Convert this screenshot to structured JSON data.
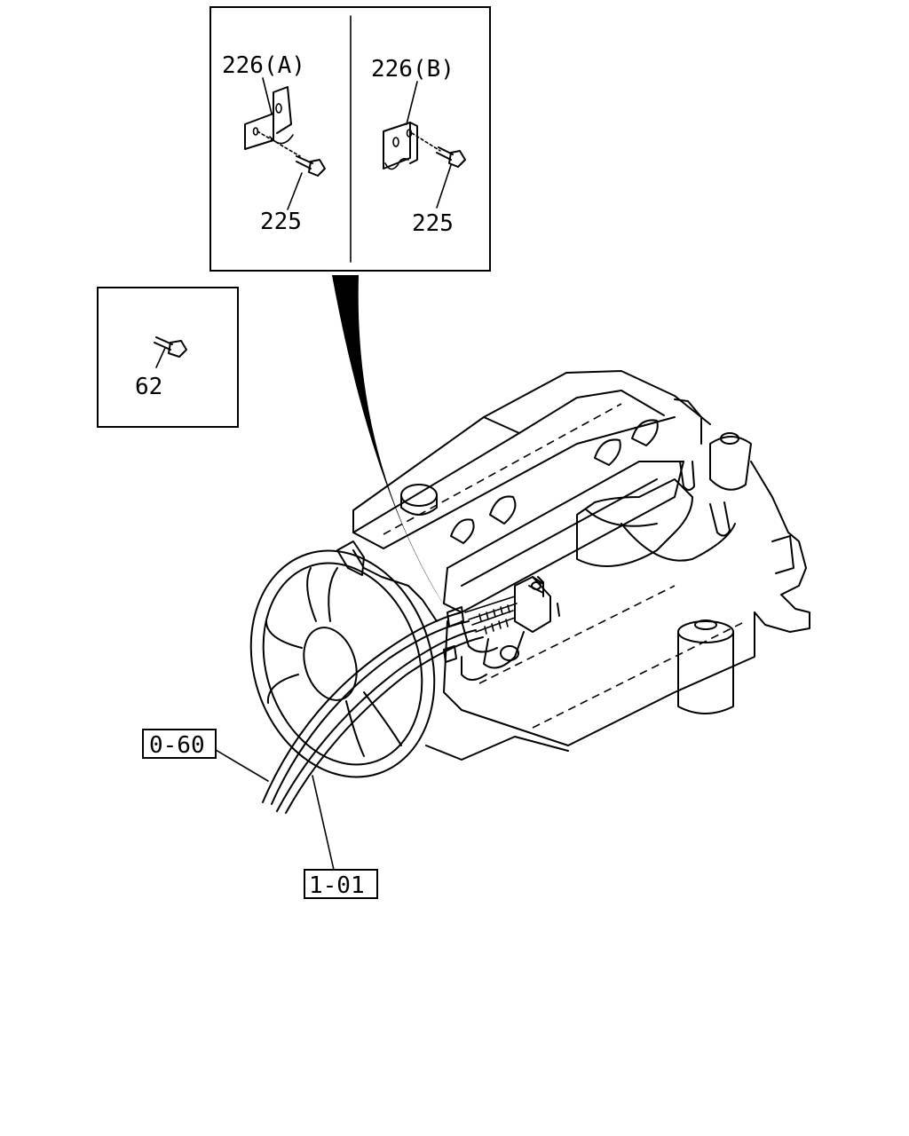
{
  "callouts": {
    "part_226a": "226(A)",
    "part_226b": "226(B)",
    "part_225_left": "225",
    "part_225_right": "225",
    "part_62": "62",
    "ref_0_60": "0-60",
    "ref_1_01": "1-01"
  }
}
